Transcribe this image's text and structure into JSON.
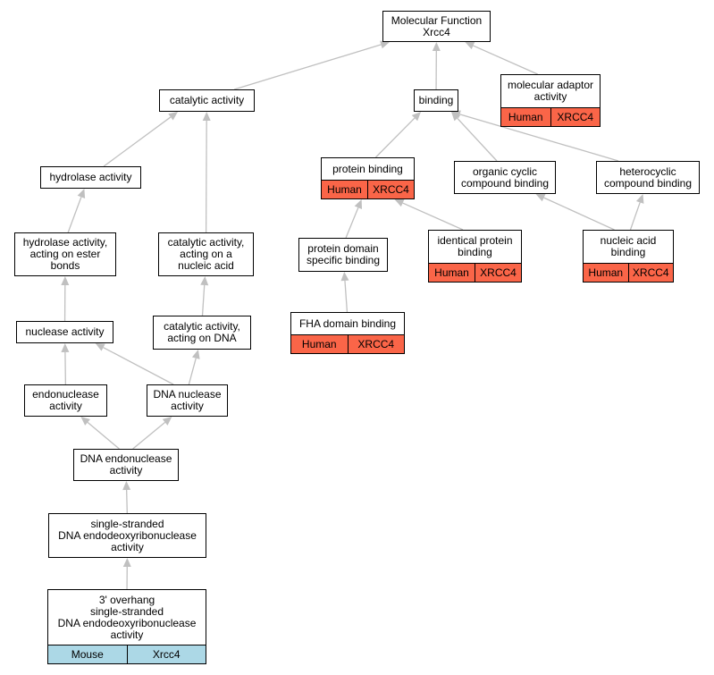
{
  "colors": {
    "edge": "#c0c0c0",
    "human": "#fa6548",
    "mouse": "#acd8e6",
    "node_border": "#000000",
    "node_fill": "#ffffff"
  },
  "nodes": {
    "root": {
      "label": "Molecular Function\nXrcc4"
    },
    "catalytic": {
      "label": "catalytic activity"
    },
    "binding": {
      "label": "binding"
    },
    "adaptor": {
      "label": "molecular adaptor\nactivity",
      "species": "Human",
      "gene": "XRCC4"
    },
    "hydrolase": {
      "label": "hydrolase activity"
    },
    "protein_binding": {
      "label": "protein binding",
      "species": "Human",
      "gene": "XRCC4"
    },
    "organic_cyclic": {
      "label": "organic cyclic\ncompound binding"
    },
    "heterocyclic": {
      "label": "heterocyclic\ncompound binding"
    },
    "hydrolase_ester": {
      "label": "hydrolase activity,\nacting on ester\nbonds"
    },
    "catalytic_nucleic": {
      "label": "catalytic activity,\nacting on a\nnucleic acid"
    },
    "protein_domain": {
      "label": "protein domain\nspecific binding"
    },
    "identical_protein": {
      "label": "identical protein\nbinding",
      "species": "Human",
      "gene": "XRCC4"
    },
    "nucleic_acid": {
      "label": "nucleic acid\nbinding",
      "species": "Human",
      "gene": "XRCC4"
    },
    "catalytic_dna": {
      "label": "catalytic activity,\nacting on DNA"
    },
    "fha": {
      "label": "FHA domain binding",
      "species": "Human",
      "gene": "XRCC4"
    },
    "nuclease": {
      "label": "nuclease activity"
    },
    "endonuclease": {
      "label": "endonuclease\nactivity"
    },
    "dna_nuclease": {
      "label": "DNA nuclease\nactivity"
    },
    "dna_endonuclease": {
      "label": "DNA endonuclease\nactivity"
    },
    "ss_dna_endo": {
      "label": "single-stranded\nDNA endodeoxyribonuclease\nactivity"
    },
    "overhang": {
      "label": "3' overhang\nsingle-stranded\nDNA endodeoxyribonuclease\nactivity",
      "species": "Mouse",
      "gene": "Xrcc4"
    }
  },
  "edges": [
    {
      "from": "catalytic",
      "to": "root"
    },
    {
      "from": "binding",
      "to": "root"
    },
    {
      "from": "adaptor",
      "to": "root"
    },
    {
      "from": "hydrolase",
      "to": "catalytic"
    },
    {
      "from": "catalytic_nucleic",
      "to": "catalytic"
    },
    {
      "from": "protein_binding",
      "to": "binding"
    },
    {
      "from": "organic_cyclic",
      "to": "binding"
    },
    {
      "from": "heterocyclic",
      "to": "binding"
    },
    {
      "from": "hydrolase_ester",
      "to": "hydrolase"
    },
    {
      "from": "catalytic_dna",
      "to": "catalytic_nucleic"
    },
    {
      "from": "protein_domain",
      "to": "protein_binding"
    },
    {
      "from": "identical_protein",
      "to": "protein_binding"
    },
    {
      "from": "nucleic_acid",
      "to": "organic_cyclic"
    },
    {
      "from": "nucleic_acid",
      "to": "heterocyclic"
    },
    {
      "from": "fha",
      "to": "protein_domain"
    },
    {
      "from": "nuclease",
      "to": "hydrolase_ester"
    },
    {
      "from": "endonuclease",
      "to": "nuclease"
    },
    {
      "from": "dna_nuclease",
      "to": "nuclease"
    },
    {
      "from": "dna_nuclease",
      "to": "catalytic_dna"
    },
    {
      "from": "dna_endonuclease",
      "to": "endonuclease"
    },
    {
      "from": "dna_endonuclease",
      "to": "dna_nuclease"
    },
    {
      "from": "ss_dna_endo",
      "to": "dna_endonuclease"
    },
    {
      "from": "overhang",
      "to": "ss_dna_endo"
    }
  ]
}
